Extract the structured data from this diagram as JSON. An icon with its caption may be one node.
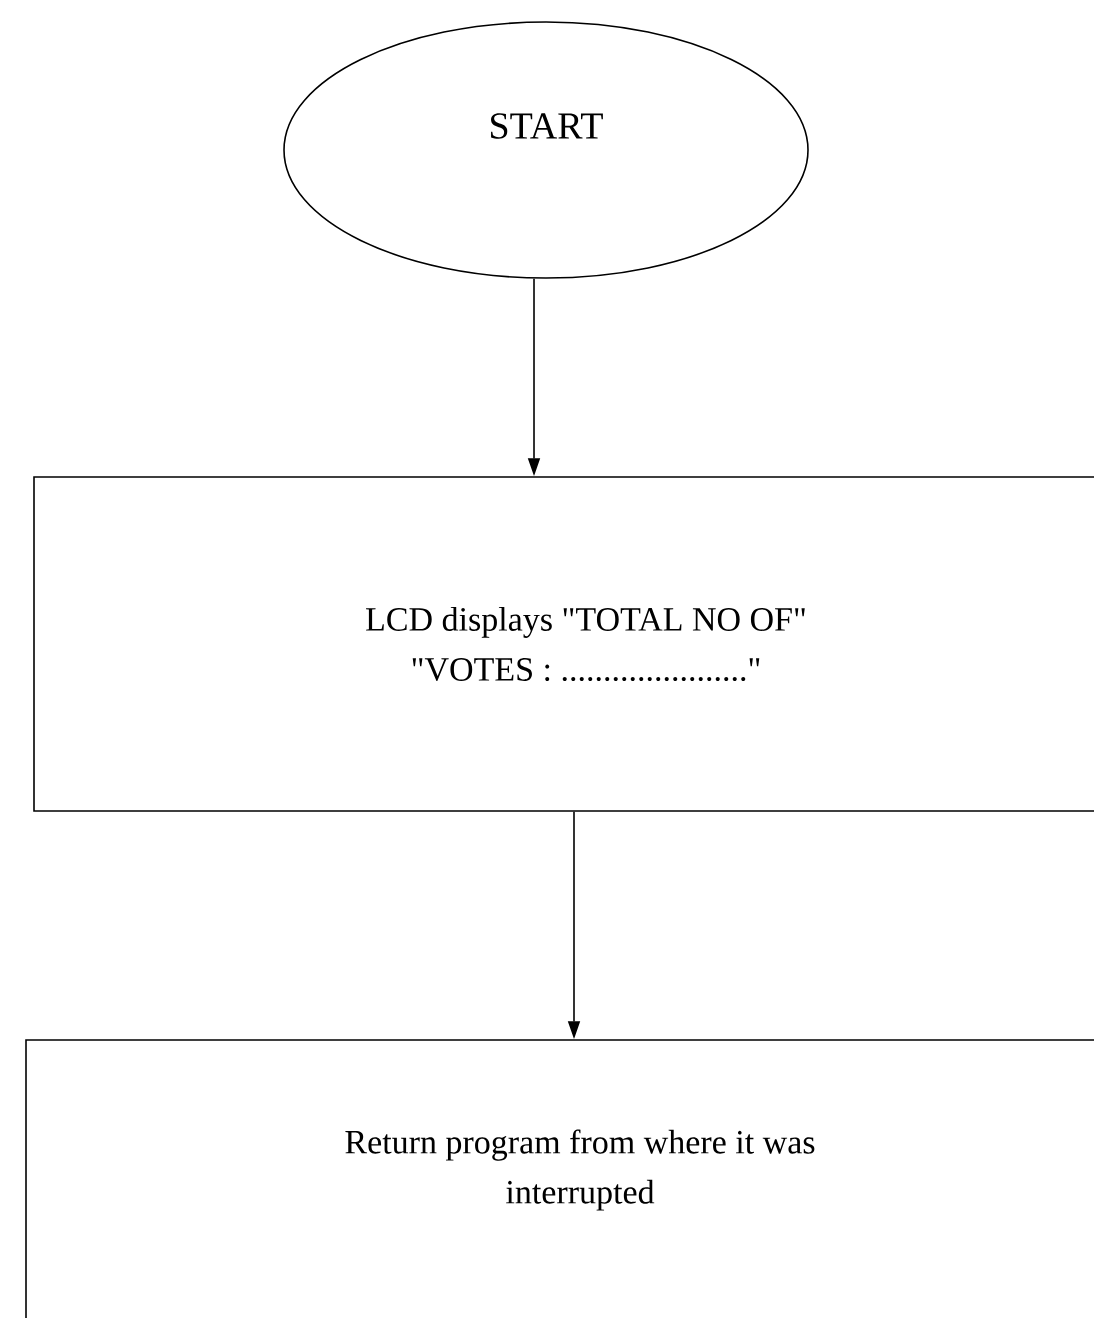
{
  "diagram": {
    "nodes": [
      {
        "text": [
          "START"
        ]
      },
      {
        "text": [
          "LCD displays \"TOTAL NO OF\" \"VOTES : ......................\""
        ]
      },
      {
        "text": [
          "Return program from where it was interrupted"
        ]
      }
    ],
    "edges": [
      {
        "from": 0,
        "to": 1,
        "arrow": "to"
      },
      {
        "from": 1,
        "to": 2,
        "arrow": "to"
      }
    ]
  }
}
